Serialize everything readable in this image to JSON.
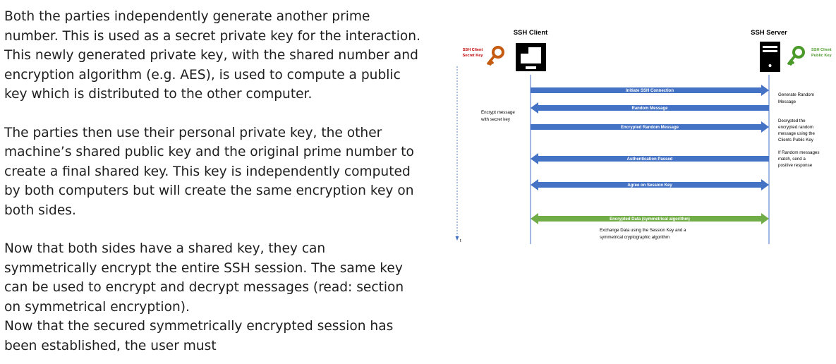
{
  "paragraphs": [
    "Both the parties independently generate another prime number. This is used as a secret private key for the interaction. This newly generated private key, with the shared number and encryption algorithm (e.g. AES), is used to compute a public key which is distributed to the other computer.",
    "The parties then use their personal private key, the other machine’s shared public key and the original prime number to create a final shared key. This key is independently computed by both computers but will create the same encryption key on both sides.",
    "Now that both sides have a shared key, they can symmetrically encrypt the entire SSH session. The same key can be used to encrypt and decrypt messages (read: section on symmetrical encryption).",
    "Now that the secured symmetrically encrypted session has been established, the user must"
  ],
  "diagram": {
    "client_title": "SSH Client",
    "server_title": "SSH Server",
    "client_key_label": [
      "SSH Client",
      "Secret Key"
    ],
    "server_key_label": [
      "SSH Client",
      "Public Key"
    ],
    "time_label": "t",
    "messages": [
      {
        "label": "Initiate SSH Connection",
        "direction": "right",
        "color": "#4472c4"
      },
      {
        "label": "Random Message",
        "direction": "left",
        "color": "#4472c4"
      },
      {
        "label": "Encrypted Random Message",
        "direction": "right",
        "color": "#4472c4"
      },
      {
        "label": "Authentication Passed",
        "direction": "left",
        "color": "#4472c4"
      },
      {
        "label": "Agree on Session Key",
        "direction": "both",
        "color": "#4472c4"
      },
      {
        "label": "Encrypted Data (symmetrical algorithm)",
        "direction": "both",
        "color": "#70ad47"
      }
    ],
    "notes": {
      "server_generate": [
        "Generate Random",
        "Message"
      ],
      "client_encrypt": [
        "Encrypt message",
        "with secret key"
      ],
      "server_decrypt": [
        "Decrypted the",
        "encrypted random",
        "message using the",
        "Clients Public Key"
      ],
      "server_match": [
        "If Random messages",
        "match, send a",
        "positive response"
      ],
      "exchange": [
        "Exchange Data using the Session Key and a",
        "symmetrical cryptographic algorithm"
      ]
    },
    "colors": {
      "client_key": "#c55a11",
      "server_key": "#4a9a2a",
      "client_key_text": "#c00000",
      "server_key_text": "#4a9a2a"
    }
  }
}
